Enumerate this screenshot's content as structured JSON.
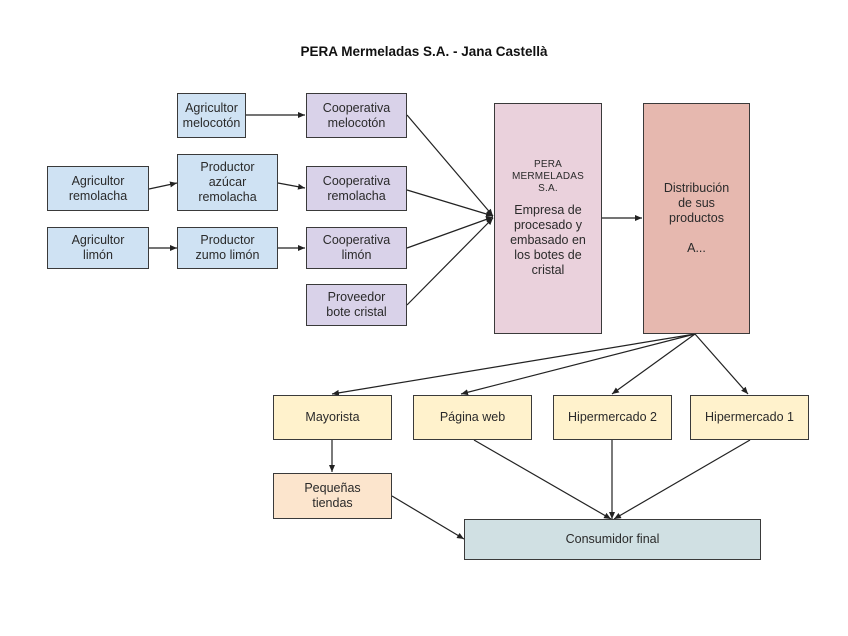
{
  "title": "PERA Mermeladas S.A. - Jana Castellà",
  "nodes": {
    "agricultor_melocoton": "Agricultor\nmelocotón",
    "cooperativa_melocoton": "Cooperativa\nmelocotón",
    "agricultor_remolacha": "Agricultor\nremolacha",
    "productor_azucar": "Productor\nazúcar\nremolacha",
    "cooperativa_remolacha": "Cooperativa\nremolacha",
    "agricultor_limon": "Agricultor\nlimón",
    "productor_zumo": "Productor\nzumo limón",
    "cooperativa_limon": "Cooperativa\nlimón",
    "proveedor_bote": "Proveedor\nbote cristal",
    "pera_header": "PERA\nMERMELADAS\nS.A.",
    "pera_body": "Empresa de\nprocesado y\nembasado en\nlos botes de\ncristal",
    "distribucion": "Distribución\nde sus\nproductos",
    "distribucion_extra": "A...",
    "mayorista": "Mayorista",
    "pagina_web": "Página web",
    "hipermercado_2": "Hipermercado 2",
    "hipermercado_1": "Hipermercado 1",
    "pequenas_tiendas": "Pequeñas\ntiendas",
    "consumidor_final": "Consumidor final"
  },
  "edges": [
    [
      "agricultor_melocoton",
      "cooperativa_melocoton"
    ],
    [
      "agricultor_remolacha",
      "productor_azucar"
    ],
    [
      "productor_azucar",
      "cooperativa_remolacha"
    ],
    [
      "agricultor_limon",
      "productor_zumo"
    ],
    [
      "productor_zumo",
      "cooperativa_limon"
    ],
    [
      "cooperativa_melocoton",
      "pera"
    ],
    [
      "cooperativa_remolacha",
      "pera"
    ],
    [
      "cooperativa_limon",
      "pera"
    ],
    [
      "proveedor_bote",
      "pera"
    ],
    [
      "pera",
      "distribucion"
    ],
    [
      "distribucion",
      "mayorista"
    ],
    [
      "distribucion",
      "pagina_web"
    ],
    [
      "distribucion",
      "hipermercado_2"
    ],
    [
      "distribucion",
      "hipermercado_1"
    ],
    [
      "mayorista",
      "pequenas_tiendas"
    ],
    [
      "pequenas_tiendas",
      "consumidor_final"
    ],
    [
      "pagina_web",
      "consumidor_final"
    ],
    [
      "hipermercado_2",
      "consumidor_final"
    ],
    [
      "hipermercado_1",
      "consumidor_final"
    ]
  ]
}
